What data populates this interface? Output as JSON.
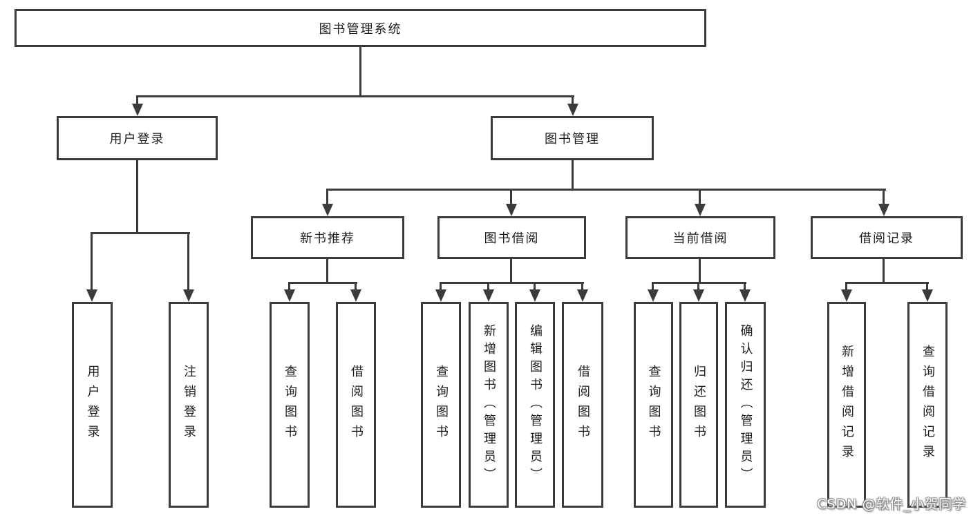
{
  "nodes": {
    "root": "图书管理系统",
    "user_login": "用户登录",
    "book_management": "图书管理",
    "new_book_recommend": "新书推荐",
    "book_borrowing": "图书借阅",
    "current_borrowing": "当前借阅",
    "borrowing_records": "借阅记录",
    "login_user_login": "用户登录",
    "login_logout": "注销登录",
    "recommend_query_books": "查询图书",
    "recommend_borrow_books": "借阅图书",
    "borrowing_query_books": "查询图书",
    "borrowing_add_books_admin": "新增图书（管理员）",
    "borrowing_edit_books_admin": "编辑图书（管理员）",
    "borrowing_borrow_books": "借阅图书",
    "current_query_books": "查询图书",
    "current_return_books": "归还图书",
    "current_confirm_return_admin": "确认归还（管理员）",
    "records_add_record": "新增借阅记录",
    "records_query_record": "查询借阅记录"
  },
  "watermark": {
    "text": "CSDN @软件_小贺同学"
  },
  "colors": {
    "line": "#3b3b3b",
    "text": "#1d1d1d",
    "background": "#ffffff"
  }
}
